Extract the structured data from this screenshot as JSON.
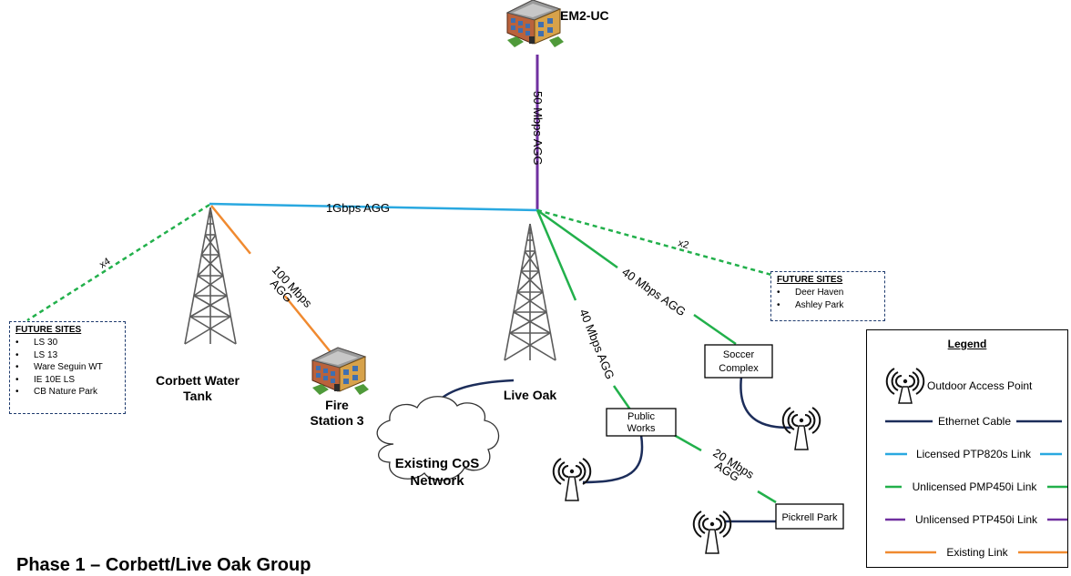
{
  "nodes": {
    "em2uc": "EM2-UC",
    "corbett_line1": "Corbett Water",
    "corbett_line2": "Tank",
    "fire_line1": "Fire",
    "fire_line2": "Station 3",
    "live_oak": "Live Oak",
    "cloud_line1": "Existing CoS",
    "cloud_line2": "Network",
    "soccer_line1": "Soccer",
    "soccer_line2": "Complex",
    "public_line1": "Public",
    "public_line2": "Works",
    "pickrell": "Pickrell Park"
  },
  "links": {
    "em2_to_liveoak": "50 Mbps AGG",
    "corbett_to_liveoak": "1Gbps AGG",
    "corbett_to_fire_line1": "100 Mbps",
    "corbett_to_fire_line2": "AGG",
    "liveoak_to_public": "40 Mbps AGG",
    "liveoak_to_soccer": "40 Mbps AGG",
    "public_to_pickrell_line1": "20 Mbps",
    "public_to_pickrell_line2": "AGG",
    "future_left_count": "x4",
    "future_right_count": "x2"
  },
  "future_sites_left": {
    "title": "FUTURE SITES",
    "items": [
      {
        "bullet": "•",
        "name": "LS 30"
      },
      {
        "bullet": "•",
        "name": "LS 13"
      },
      {
        "bullet": "•",
        "name": "Ware Seguin WT"
      },
      {
        "bullet": "•",
        "name": "IE 10E LS"
      },
      {
        "bullet": "•",
        "name": "CB Nature Park"
      }
    ]
  },
  "future_sites_right": {
    "title": "FUTURE SITES",
    "items": [
      {
        "bullet": "•",
        "name": "Deer Haven"
      },
      {
        "bullet": "•",
        "name": "Ashley Park"
      }
    ]
  },
  "legend": {
    "title": "Legend",
    "items": [
      {
        "label": "Outdoor Access Point",
        "color": "#000000",
        "icon": "access-point-icon"
      },
      {
        "label": "Ethernet Cable",
        "color": "#1c2d5a"
      },
      {
        "label": "Licensed PTP820s Link",
        "color": "#29a8e0"
      },
      {
        "label": "Unlicensed PMP450i Link",
        "color": "#22b04b"
      },
      {
        "label": "Unlicensed PTP450i Link",
        "color": "#7030a0"
      },
      {
        "label": "Existing Link",
        "color": "#f08a30"
      }
    ]
  },
  "page_title": "Phase 1 – Corbett/Live Oak Group",
  "colors": {
    "licensed_ptp820s": "#29a8e0",
    "unlicensed_pmp450i": "#22b04b",
    "unlicensed_ptp450i": "#7030a0",
    "existing": "#f08a30",
    "ethernet": "#1c2d5a",
    "tower": "#555555"
  },
  "icons": [
    "building-icon",
    "tower-icon",
    "access-point-icon",
    "cloud-icon"
  ]
}
